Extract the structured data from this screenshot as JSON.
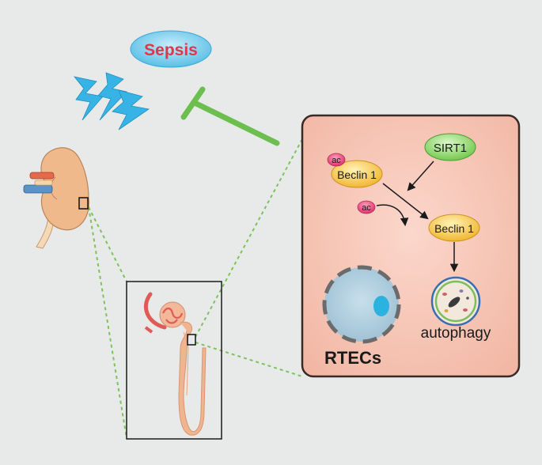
{
  "sepsis_label": "Sepsis",
  "sirt1_label": "SIRT1",
  "acetyl_tag_1": "ac",
  "acetyl_tag_2": "ac",
  "beclin_acetylated_label": "Beclin 1",
  "beclin_deacetylated_label": "Beclin 1",
  "autophagy_label": "autophagy",
  "cell_type_label": "RTECs",
  "colors": {
    "background": "#e8eaea",
    "cell_panel_fill": "#f7c9bb",
    "cell_panel_border": "#3a2a26",
    "inhibition": "#6cbf4f",
    "zoom_dash": "#7cc35a",
    "sepsis_text": "#e0364c",
    "sepsis_fill": "#67c3e8",
    "lightning": "#38b3e6",
    "beclin_fill": "#f6c94a",
    "sirt1_fill": "#8fdc6d",
    "ac_fill": "#e24a7c",
    "nucleus": "#a9c9da",
    "nucleolus": "#2bb3e0",
    "kidney": "#f0b98c",
    "tubule": "#f0b48e",
    "glomerulus": "#e05a56"
  },
  "icons": [
    "sepsis-ellipse",
    "lightning-icon",
    "kidney-icon",
    "nephron-icon",
    "nucleus-icon",
    "autophagosome-icon"
  ]
}
